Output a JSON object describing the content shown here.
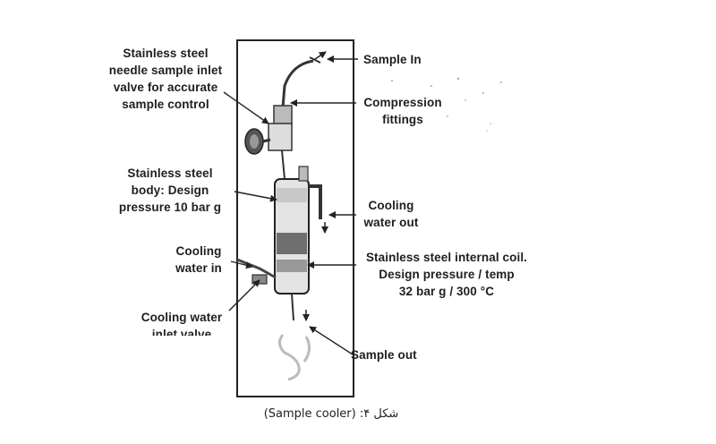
{
  "labels": {
    "needle_valve": "Stainless steel\nneedle sample inlet\nvalve for accurate\nsample control",
    "sample_in": "Sample In",
    "compression_fittings": "Compression\nfittings",
    "body": "Stainless steel\nbody: Design\npressure 10 bar g",
    "cooling_water_out": "Cooling\nwater out",
    "cooling_water_in": "Cooling\nwater in",
    "internal_coil": "Stainless steel internal coil.\nDesign pressure / temp\n32 bar g / 300 °C",
    "cooling_water_inlet_valve": "Cooling water\ninlet valve",
    "sample_out": "Sample out"
  },
  "caption": "شکل ۴: (Sample cooler)"
}
